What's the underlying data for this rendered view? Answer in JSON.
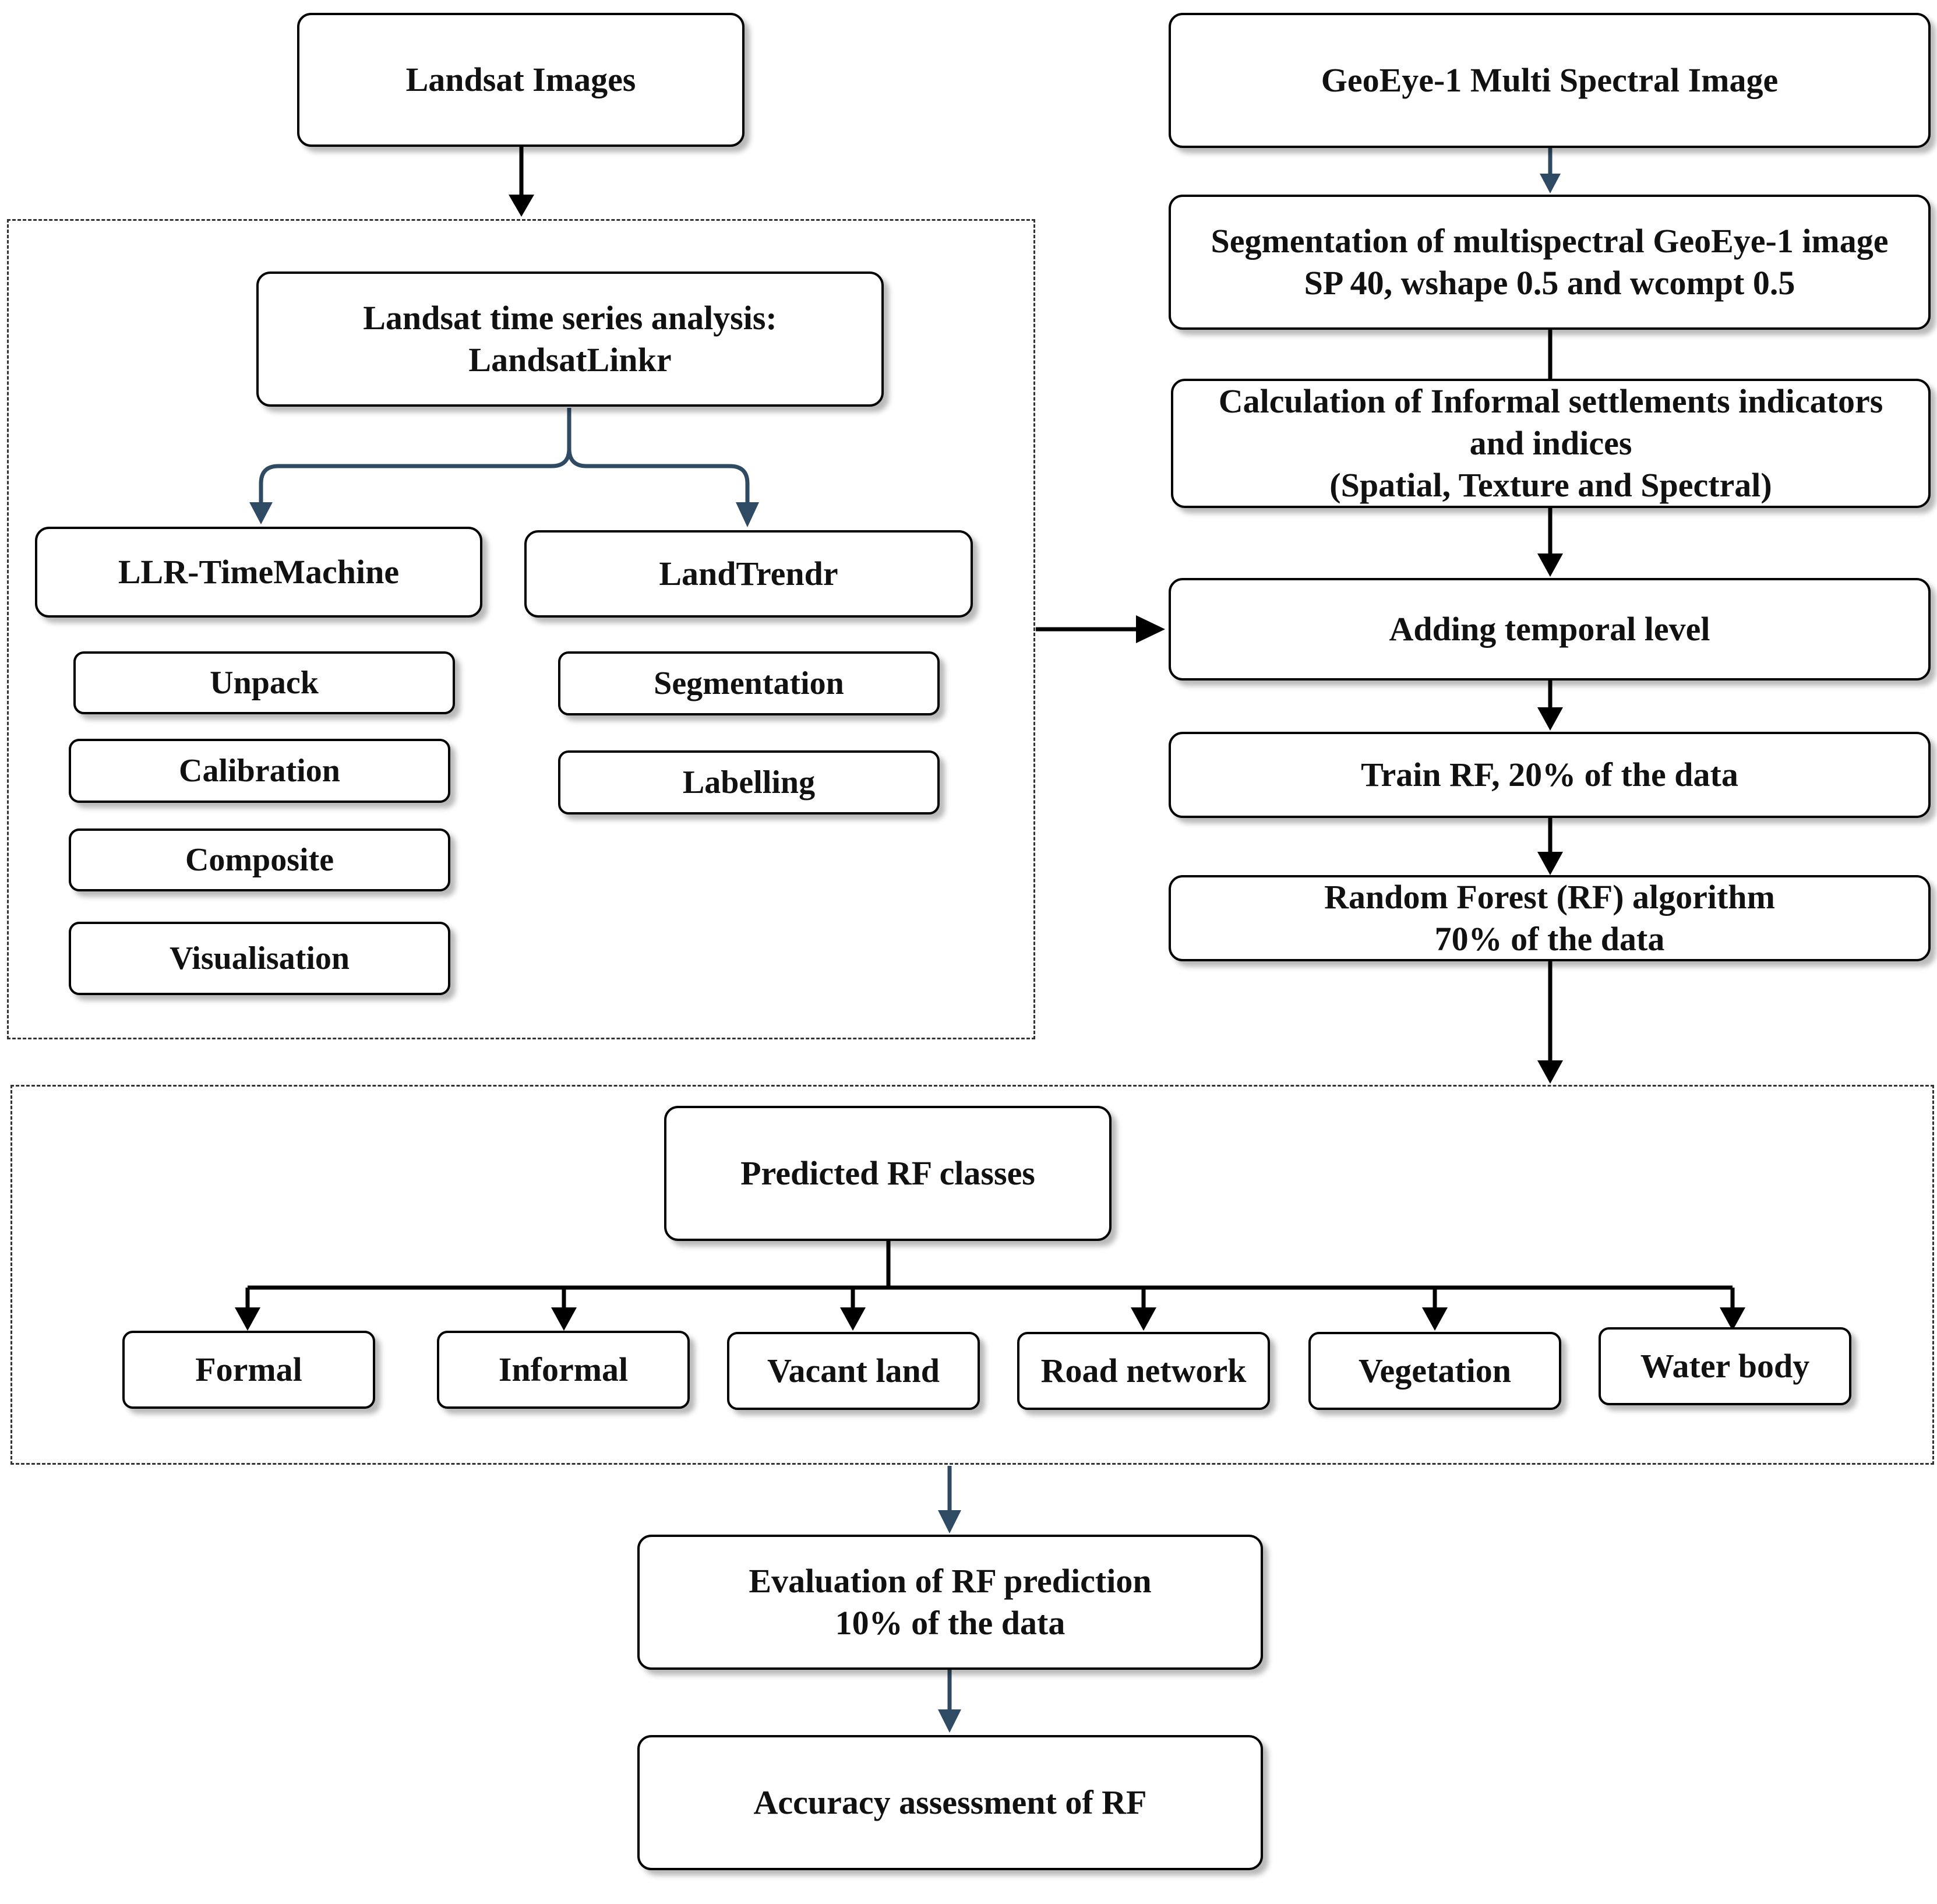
{
  "landsat_images": "Landsat Images",
  "geoeye_image": "GeoEye-1 Multi Spectral Image",
  "time_series": {
    "line1": "Landsat time series analysis:",
    "line2": "LandsatLinkr"
  },
  "llr_timemachine": {
    "title": "LLR-TimeMachine",
    "steps": [
      "Unpack",
      "Calibration",
      "Composite",
      "Visualisation"
    ]
  },
  "landtrendr": {
    "title": "LandTrendr",
    "steps": [
      "Segmentation",
      "Labelling"
    ]
  },
  "segmentation_geoeye": {
    "line1": "Segmentation of multispectral GeoEye-1 image",
    "line2": "SP 40, wshape 0.5 and wcompt 0.5"
  },
  "indicators": {
    "line1": "Calculation of Informal settlements indicators",
    "line2": "and indices",
    "line3": "(Spatial, Texture and Spectral)"
  },
  "temporal_level": "Adding temporal level",
  "train_rf": "Train RF, 20% of the data",
  "rf_algorithm": {
    "line1": "Random Forest (RF) algorithm",
    "line2": "70% of the data"
  },
  "predicted_classes": {
    "title": "Predicted RF classes",
    "classes": [
      "Formal",
      "Informal",
      "Vacant land",
      "Road network",
      "Vegetation",
      "Water body"
    ]
  },
  "evaluation": {
    "line1": "Evaluation of RF prediction",
    "line2": "10% of the data"
  },
  "accuracy": "Accuracy assessment of RF",
  "colors": {
    "line": "#000000",
    "blue_arrow": "#2f4a63"
  }
}
